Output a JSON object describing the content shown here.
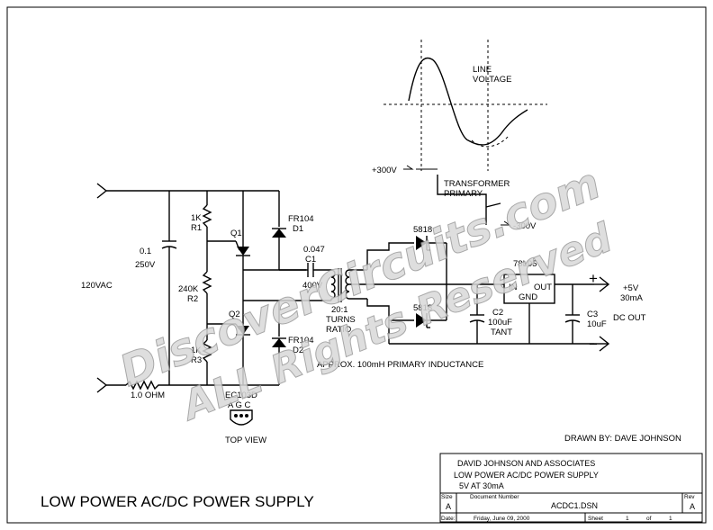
{
  "watermark": {
    "line1": "DiscoverCircuits.com",
    "line2": "ALL Rights Reserved"
  },
  "labels": {
    "input": "120VAC",
    "cap_main_value": "0.1",
    "cap_main_voltage": "250V",
    "r1_value": "1K",
    "r1_ref": "R1",
    "r2_value": "240K",
    "r2_ref": "R2",
    "r3_value": "1K",
    "r3_ref": "R3",
    "q1": "Q1",
    "q2": "Q2",
    "d1_part": "FR104",
    "d1_ref": "D1",
    "d2_part": "FR104",
    "d2_ref": "D2",
    "c1_value": "0.047",
    "c1_ref": "C1",
    "c1_voltage": "400V",
    "xfmr_ratio": "20:1",
    "xfmr_turns": "TURNS",
    "xfmr_ratio_word": "RATIO",
    "rectifier_top": "5818",
    "rectifier_bottom": "5818",
    "regulator": "78L05",
    "reg_in": "IN",
    "reg_out": "OUT",
    "reg_gnd": "GND",
    "c2_ref": "C2",
    "c2_value": "100uF",
    "c2_type": "TANT",
    "c3_ref": "C3",
    "c3_value": "10uF",
    "out_plus": "+",
    "out_minus": "−",
    "out_voltage": "+5V",
    "out_current": "30mA",
    "dc_out": "DC OUT",
    "sense_resistor": "1.0 OHM",
    "inductance_note": "APPROX. 100mH PRIMARY INDUCTANCE",
    "scr_part": "EC103D",
    "scr_pins": "A  G  C",
    "top_view": "TOP VIEW",
    "line_voltage_1": "LINE",
    "line_voltage_2": "VOLTAGE",
    "primary_pos": "+300V",
    "primary_neg": "-300V",
    "primary_1": "TRANSFORMER",
    "primary_2": "PRIMARY",
    "drawn_by": "DRAWN BY: DAVE JOHNSON",
    "main_title": "LOW POWER AC/DC POWER SUPPLY"
  },
  "title_block": {
    "company": "DAVID JOHNSON AND ASSOCIATES",
    "title_line1": "LOW POWER AC/DC POWER SUPPLY",
    "title_line2": "5V AT 30mA",
    "size_label": "Size",
    "size_value": "A",
    "docnum_label": "Document Number",
    "docnum_value": "ACDC1.DSN",
    "rev_label": "Rev",
    "rev_value": "A",
    "date_label": "Date:",
    "date_value": "Friday, June 09, 2000",
    "sheet_label": "Sheet",
    "sheet_value": "1",
    "of_label": "of",
    "of_value": "1"
  }
}
